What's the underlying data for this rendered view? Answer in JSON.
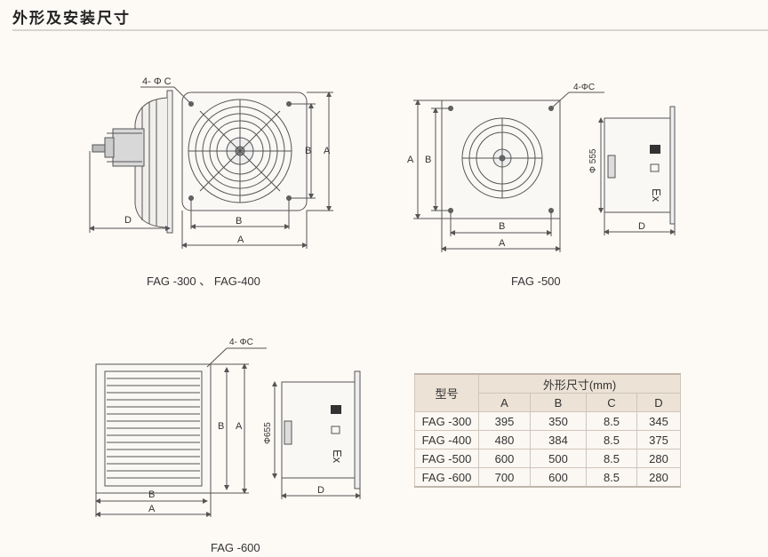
{
  "title": "外形及安装尺寸",
  "drawings": [
    {
      "caption": "FAG -300 、 FAG-400",
      "hole_label": "4- Φ C",
      "dims": {
        "A": "A",
        "B": "B",
        "D": "D"
      }
    },
    {
      "caption": "FAG -500",
      "hole_label": "4-ΦC",
      "diameter_label": "Φ 555",
      "ex_label": "Ex",
      "dims": {
        "A": "A",
        "B": "B",
        "D": "D"
      }
    },
    {
      "caption": "FAG -600",
      "hole_label": "4- ΦC",
      "diameter_label": "Φ655",
      "ex_label": "Ex",
      "dims": {
        "A": "A",
        "B": "B",
        "D": "D"
      }
    }
  ],
  "table": {
    "model_header": "型号",
    "group_header": "外形尺寸(mm)",
    "columns": [
      "A",
      "B",
      "C",
      "D"
    ],
    "rows": [
      {
        "model": "FAG -300",
        "values": [
          "395",
          "350",
          "8.5",
          "345"
        ]
      },
      {
        "model": "FAG -400",
        "values": [
          "480",
          "384",
          "8.5",
          "375"
        ]
      },
      {
        "model": "FAG -500",
        "values": [
          "600",
          "500",
          "8.5",
          "280"
        ]
      },
      {
        "model": "FAG -600",
        "values": [
          "700",
          "600",
          "8.5",
          "280"
        ]
      }
    ]
  }
}
